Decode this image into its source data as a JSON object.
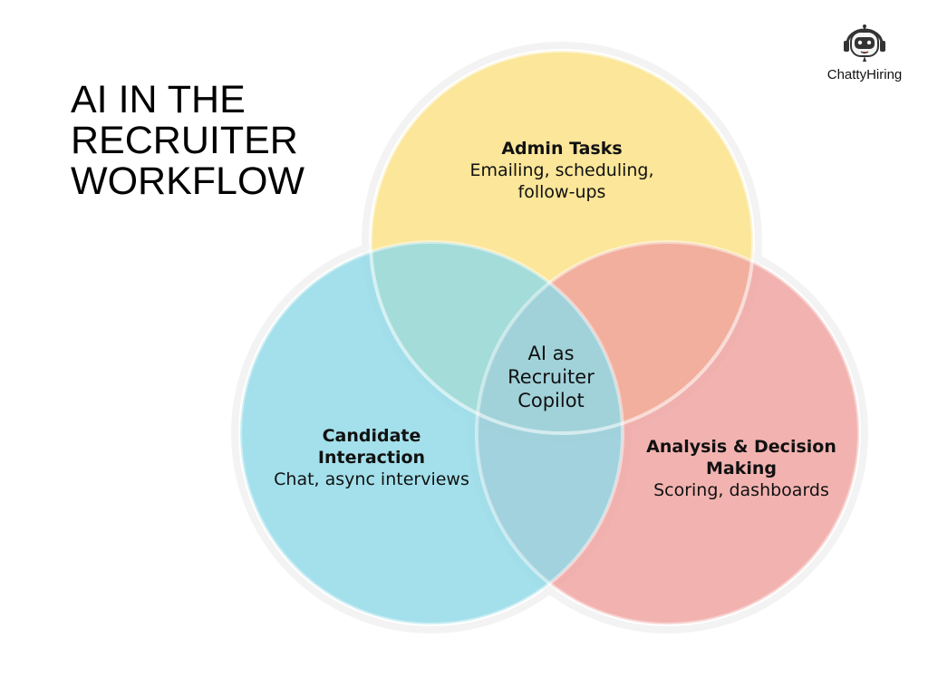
{
  "title": {
    "line1": "AI IN THE",
    "line2": "RECRUITER",
    "line3": "WORKFLOW"
  },
  "brand": {
    "name": "ChattyHiring",
    "icon": "robot-icon"
  },
  "venn": {
    "sets": [
      {
        "heading": "Admin Tasks",
        "desc_line1": "Emailing, scheduling,",
        "desc_line2": "follow-ups",
        "color": "#fbe594"
      },
      {
        "heading_line1": "Candidate",
        "heading_line2": "Interaction",
        "desc_line1": "Chat, async interviews",
        "color": "#8fd9e6"
      },
      {
        "heading_line1": "Analysis & Decision",
        "heading_line2": "Making",
        "desc_line1": "Scoring, dashboards",
        "color": "#efa29f"
      }
    ],
    "center": {
      "line1": "AI as",
      "line2": "Recruiter",
      "line3": "Copilot"
    }
  }
}
